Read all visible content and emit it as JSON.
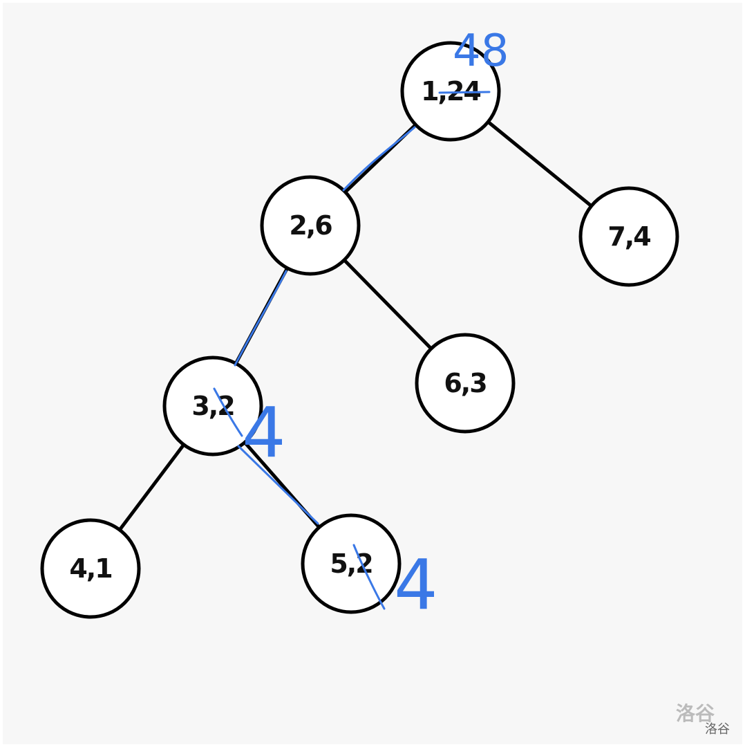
{
  "tree": {
    "nodes": [
      {
        "id": "n1",
        "label": "1,24"
      },
      {
        "id": "n2",
        "label": "2,6"
      },
      {
        "id": "n7",
        "label": "7,4"
      },
      {
        "id": "n3",
        "label": "3,2"
      },
      {
        "id": "n6",
        "label": "6,3"
      },
      {
        "id": "n4",
        "label": "4,1"
      },
      {
        "id": "n5",
        "label": "5,2"
      }
    ],
    "edges": [
      [
        "n1",
        "n2"
      ],
      [
        "n1",
        "n7"
      ],
      [
        "n2",
        "n3"
      ],
      [
        "n2",
        "n6"
      ],
      [
        "n3",
        "n4"
      ],
      [
        "n3",
        "n5"
      ]
    ]
  },
  "annotations": {
    "root_new_value": "48",
    "node3_new_value": "4",
    "node5_new_value": "4",
    "annotation_color": "#3a78e6"
  },
  "watermark": {
    "large": "洛谷",
    "small": "洛谷"
  }
}
